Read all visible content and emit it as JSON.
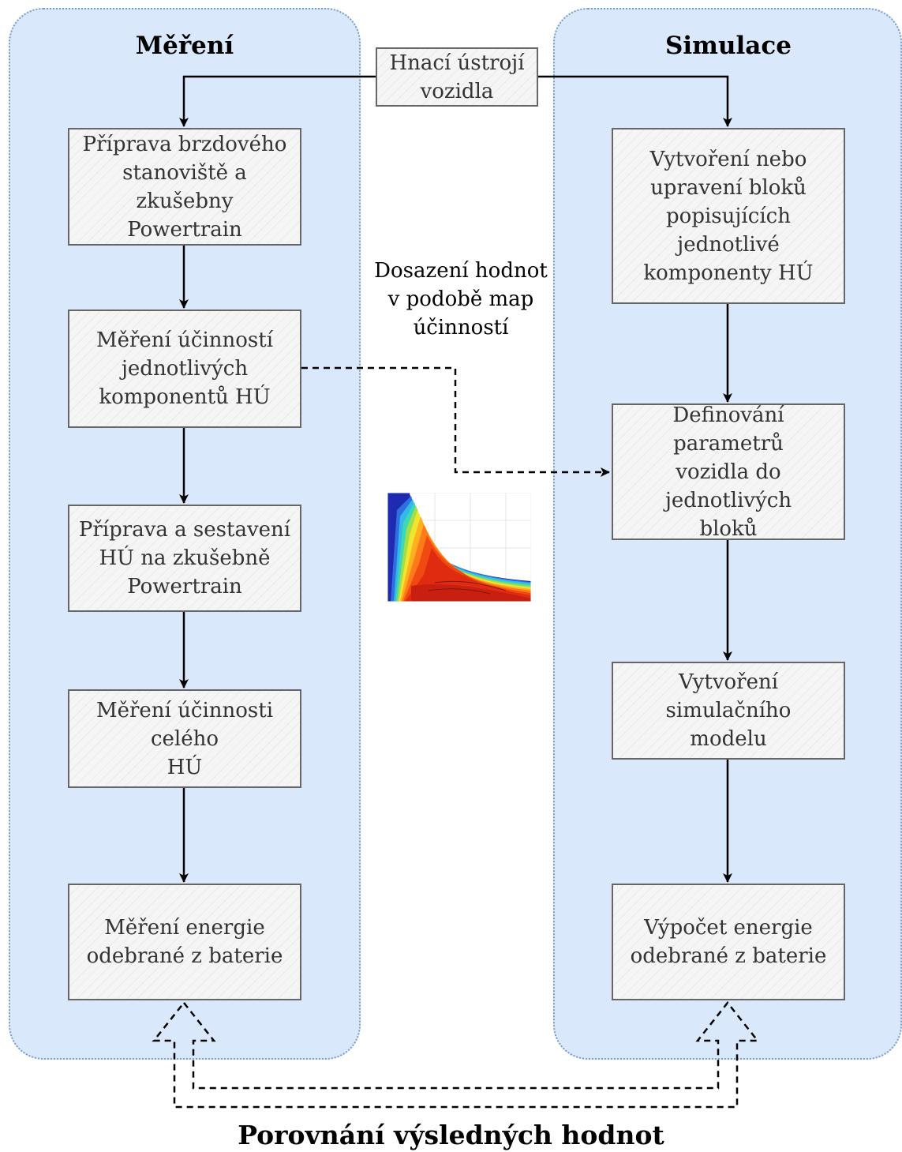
{
  "lanes": {
    "measurement_title": "Měření",
    "simulation_title": "Simulace"
  },
  "source_box": "Hnací ústrojí\nvozidla",
  "measurement_steps": [
    "Příprava brzdového\nstanoviště a zkušebny\nPowertrain",
    "Měření účinností\njednotlivých\nkomponentů HÚ",
    "Příprava a sestavení\nHÚ na zkušebně\nPowertrain",
    "Měření účinnosti celého\nHÚ",
    "Měření energie\nodebrané z baterie"
  ],
  "simulation_steps": [
    "Vytvoření nebo\nupravení bloků\npopisujících\njednotlivé\nkomponenty HÚ",
    "Definování parametrů\nvozidla do jednotlivých\nbloků",
    "Vytvoření simulačního\nmodelu",
    "Výpočet energie\nodebrané z baterie"
  ],
  "transfer_note": "Dosazení hodnot\nv podobě map\núčinností",
  "comparison_label": "Porovnání výsledných hodnot",
  "colors": {
    "lane_fill": "#dae8fc",
    "lane_border": "#7a9cc6",
    "box_fill": "#f5f5f5",
    "box_border": "#666666"
  }
}
